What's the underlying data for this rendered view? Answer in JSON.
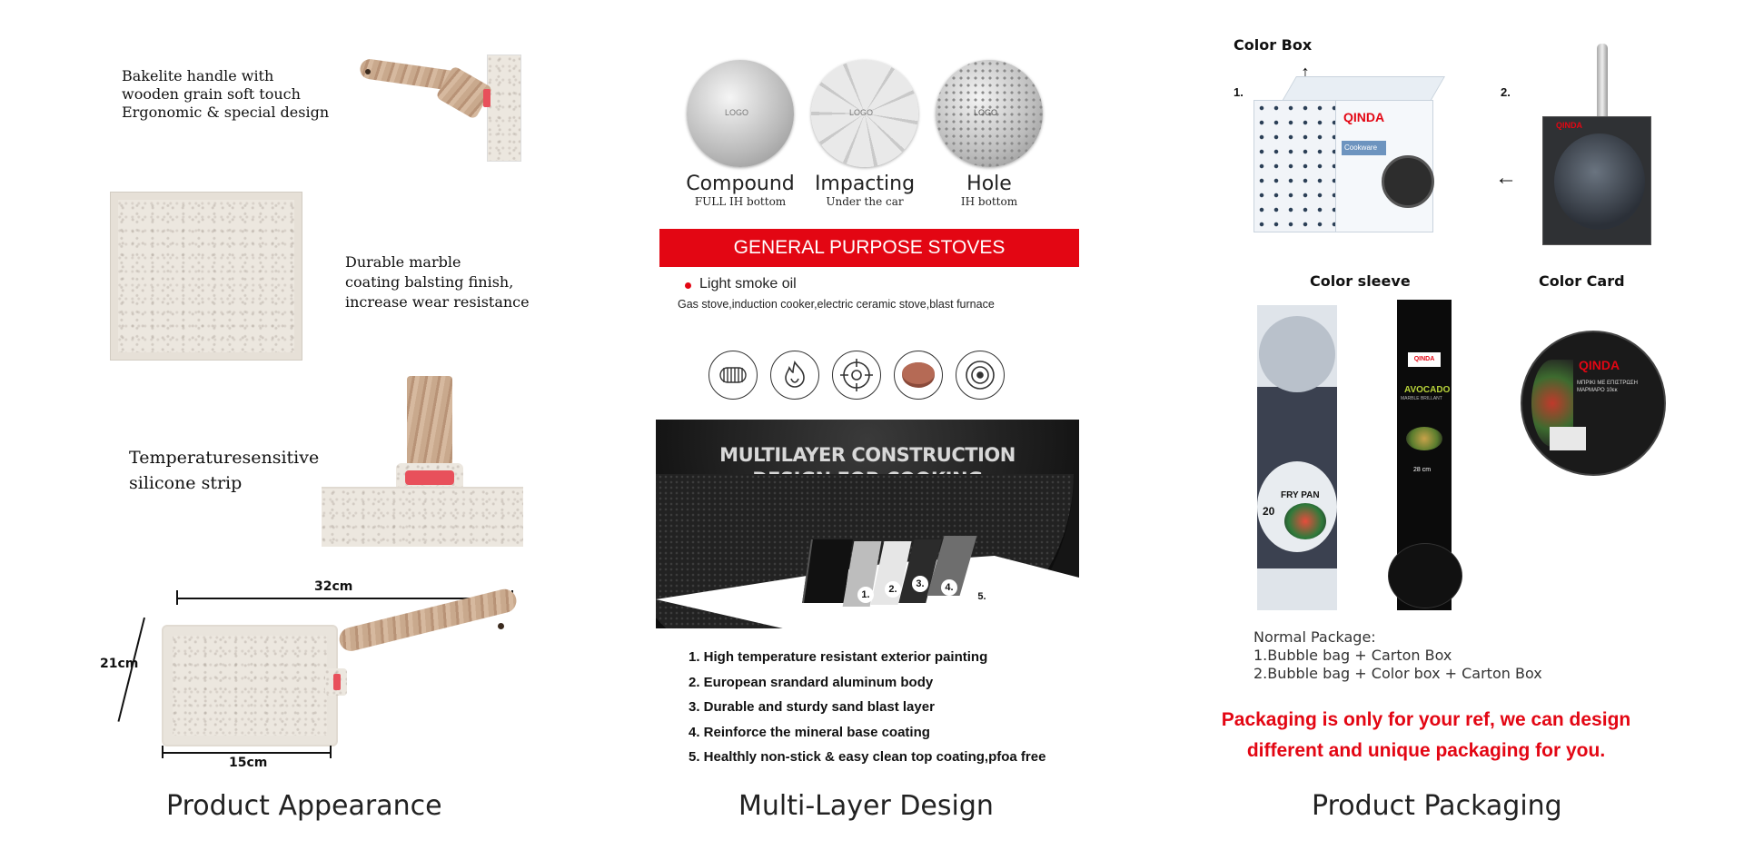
{
  "appearance": {
    "caption": "Product Appearance",
    "handle_note": [
      "Bakelite handle with",
      "wooden grain soft touch",
      "Ergonomic & special design"
    ],
    "coating_note": [
      "Durable marble",
      "coating balsting finish,",
      "increase wear resistance"
    ],
    "strip_note": [
      "Temperaturesensitive",
      "silicone strip"
    ],
    "dimensions": {
      "length": "32cm",
      "depth": "21cm",
      "width": "15cm"
    }
  },
  "design": {
    "caption": "Multi-Layer Design",
    "bottoms": [
      {
        "title": "Compound",
        "sub": "FULL IH bottom",
        "logo": "LOGO"
      },
      {
        "title": "Impacting",
        "sub": "Under the car",
        "logo": "LOGO"
      },
      {
        "title": "Hole",
        "sub": "IH bottom",
        "logo": "LOGO"
      }
    ],
    "banner": "GENERAL PURPOSE STOVES",
    "oil_label": "Light smoke oil",
    "stoves_text": "Gas stove,induction cooker,electric ceramic stove,blast furnace",
    "stove_icons": [
      "induction-coil-icon",
      "gas-flame-icon",
      "gas-burner-icon",
      "ceramic-plate-icon",
      "electric-hob-icon"
    ],
    "construction_title": [
      "MULTILAYER CONSTRUCTION",
      "DESIGN FOR COOKING"
    ],
    "layer_markers": [
      "1.",
      "2.",
      "3.",
      "4.",
      "5."
    ],
    "layers": [
      "1. High temperature resistant exterior painting",
      "2. European srandard aluminum body",
      "3. Durable and sturdy sand blast layer",
      "4. Reinforce the mineral base coating",
      "5. Healthly non-stick & easy clean top coating,pfoa free"
    ]
  },
  "packaging": {
    "caption": "Product Packaging",
    "color_box": "Color Box",
    "num_1": "1.",
    "num_2": "2.",
    "color_sleeve": "Color sleeve",
    "color_card": "Color Card",
    "normal_title": "Normal Package:",
    "normal_items": [
      "1.Bubble bag + Carton Box",
      "2.Bubble bag + Color box + Carton Box"
    ],
    "note": [
      "Packaging is only for your ref, we can design",
      "different and unique packaging for you."
    ],
    "brand": "QINDA",
    "box_tag": "Cookware",
    "card_text": "ΜΠΡΙΚΙ ΜΕ ΕΠΙΣΤΡΩΣΗ ΜΑΡΜΑΡΟ 10εκ",
    "sleeve_1_label": "FRY PAN",
    "sleeve_1_size": "20",
    "sleeve_2_label": "AVOCADO",
    "sleeve_2_size": "28 cm",
    "sleeve_2_sub": "MARBLE BRILLANT"
  },
  "colors": {
    "accent_red": "#e30613",
    "pan_dark": "#1f1f1f",
    "marble": "#ece7df",
    "wood": "#c9a98d"
  }
}
